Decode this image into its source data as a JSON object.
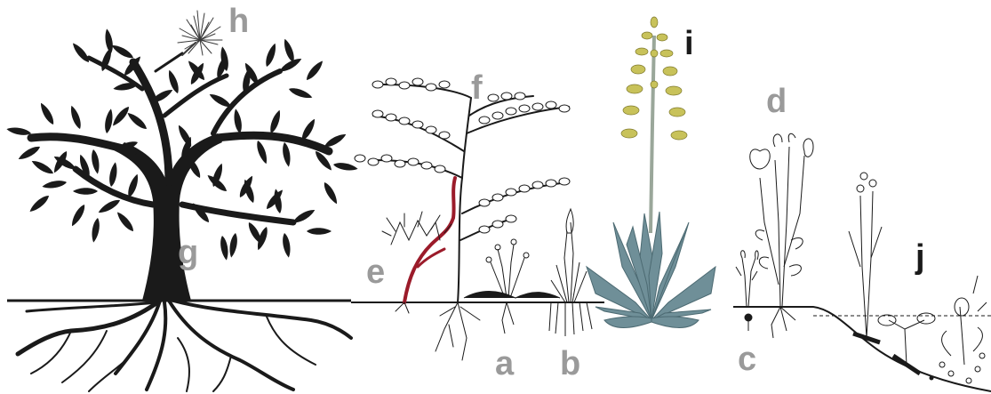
{
  "labels": {
    "a": "a",
    "b": "b",
    "c": "c",
    "d": "d",
    "e": "e",
    "f": "f",
    "g": "g",
    "h": "h",
    "i": "i",
    "j": "j"
  },
  "colors": {
    "silhouette": "#1a1a1a",
    "label_grey": "#9a9a9a",
    "label_black": "#1a1a1a",
    "liana": "#9b1b2a",
    "agave": "#6f8f98",
    "inflorescence": "#c8c25a",
    "stalk": "#9aa79a"
  },
  "icons": {
    "g": "tree-silhouette",
    "h": "mistletoe-tuft",
    "f": "shrub-tree",
    "e": "liana",
    "a": "rosette-plant",
    "b": "grass-tussock",
    "i": "agave",
    "d": "poppy-plant",
    "c": "small-seedling",
    "j": "slope-plants"
  }
}
